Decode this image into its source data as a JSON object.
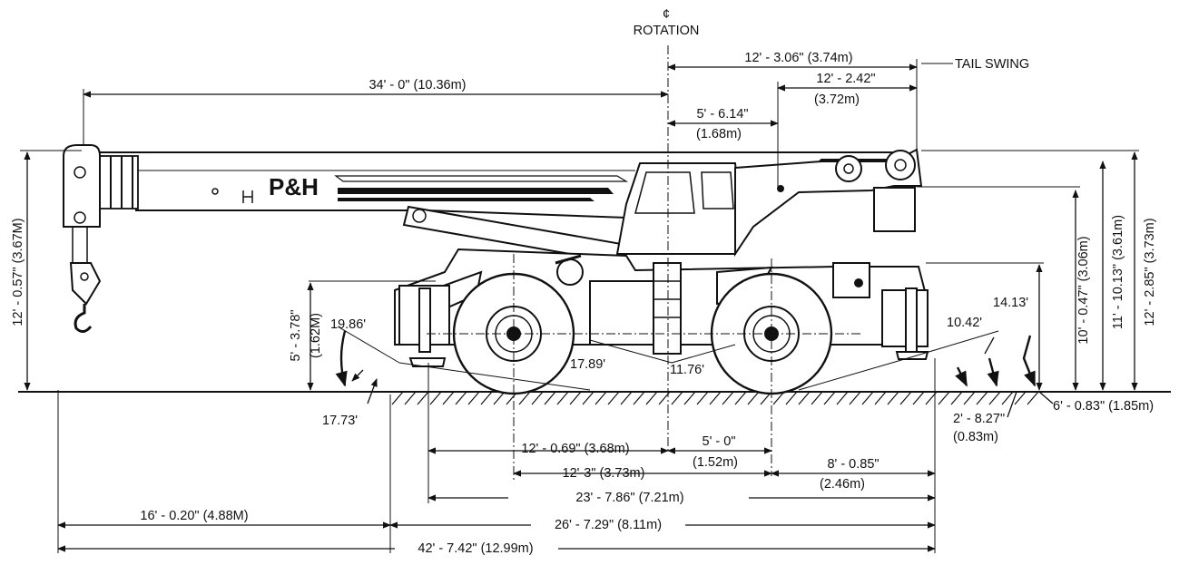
{
  "center_mark": "¢",
  "rotation": "ROTATION",
  "tail_swing": "TAIL SWING",
  "logo": "P&H",
  "dims": {
    "d1": "12' - 3.06\" (3.74m)",
    "d2a": "12' - 2.42\"",
    "d2b": "(3.72m)",
    "d3": "34' - 0\" (10.36m)",
    "d4a": "5' - 6.14\"",
    "d4b": "(1.68m)",
    "d5": "12' - 0.57\" (3.67M)",
    "d6": "12' - 2.85\" (3.73m)",
    "d7": "11' - 10.13\" (3.61m)",
    "d8": "10' - 0.47\" (3.06m)",
    "d9a": "5' - 3.78\"",
    "d9b": "(1.62M)",
    "a1": "19.86'",
    "a2": "17.73'",
    "a3": "17.89'",
    "a4": "11.76'",
    "a5": "10.42'",
    "a6": "14.13'",
    "d10a": "2' - 8.27\"",
    "d10b": "(0.83m)",
    "d11": "6' - 0.83\" (1.85m)",
    "d12": "12' - 0.69\" (3.68m)",
    "d13a": "5' - 0\"",
    "d13b": "(1.52m)",
    "d14": "12'-3\" (3.73m)",
    "d15a": "8' - 0.85\"",
    "d15b": "(2.46m)",
    "d16": "23' - 7.86\" (7.21m)",
    "d17": "16' - 0.20\" (4.88M)",
    "d18": "26' - 7.29\" (8.11m)",
    "d19": "42' - 7.42\" (12.99m)"
  }
}
